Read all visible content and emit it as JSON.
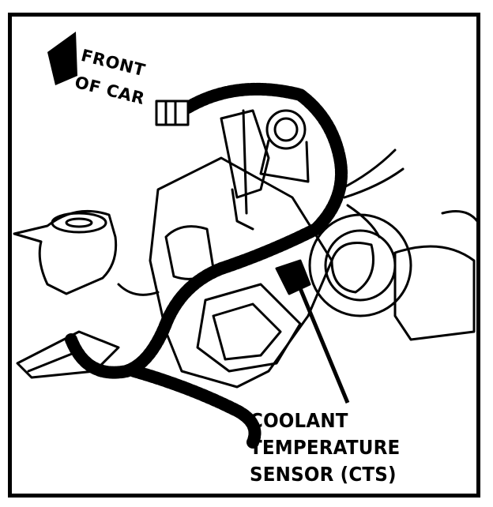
{
  "direction": {
    "line1": "FRONT",
    "line2": "OF CAR",
    "icon": "arrow-icon"
  },
  "callout": {
    "line1": "COOLANT",
    "line2": "TEMPERATURE",
    "line3": "SENSOR (CTS)"
  },
  "colors": {
    "ink": "#000000",
    "paper": "#ffffff"
  }
}
